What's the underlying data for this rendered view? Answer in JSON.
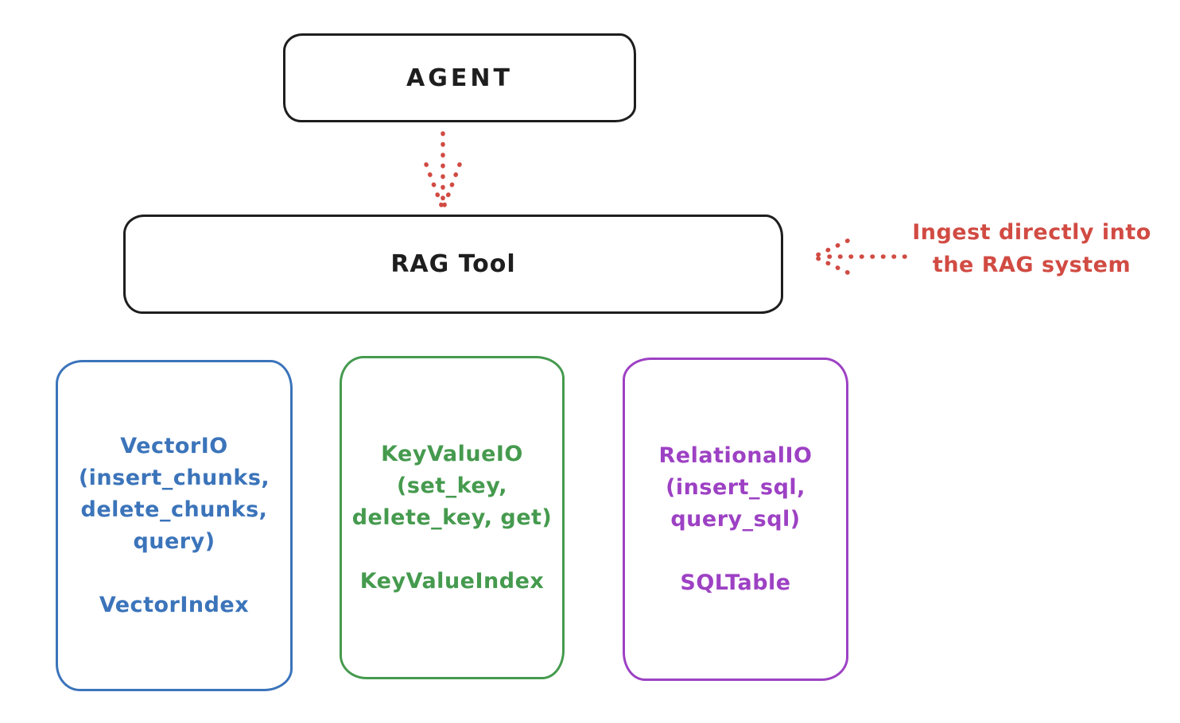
{
  "diagram": {
    "agent": {
      "label": "AGENT"
    },
    "rag_tool": {
      "label": "RAG Tool"
    },
    "annotation": {
      "line1": "Ingest directly into",
      "line2": "the RAG system"
    },
    "modules": [
      {
        "id": "vector-io",
        "color": "#3b74ba",
        "title": "VectorIO",
        "methods": [
          "(insert_chunks,",
          "delete_chunks,",
          "query)"
        ],
        "index": "VectorIndex"
      },
      {
        "id": "keyvalue-io",
        "color": "#459a4e",
        "title": "KeyValueIO",
        "methods": [
          "(set_key,",
          "delete_key, get)"
        ],
        "index": "KeyValueIndex"
      },
      {
        "id": "relational-io",
        "color": "#9d41c4",
        "title": "RelationalIO",
        "methods": [
          "(insert_sql,",
          "query_sql)"
        ],
        "index": "SQLTable"
      }
    ],
    "colors": {
      "stroke": "#1e1e1e",
      "annotation_red": "#d14b43",
      "background": "#ffffff"
    }
  }
}
